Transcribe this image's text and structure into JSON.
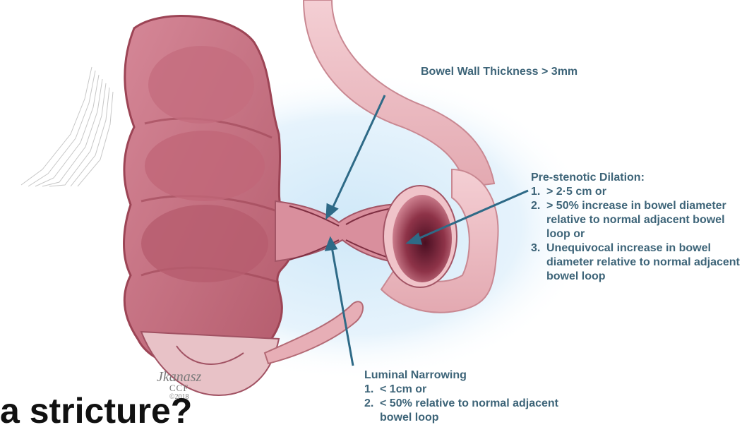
{
  "colors": {
    "label_text": "#3d6478",
    "arrow": "#2e6a87",
    "colon_outer": "#e9b9c0",
    "colon_inner": "#a84a5c",
    "background_halo": "#dbeefa"
  },
  "annotations": {
    "wall_thickness": {
      "title": "Bowel Wall Thickness > 3mm"
    },
    "dilation": {
      "title": "Pre-stenotic Dilation:",
      "items": [
        {
          "num": "1.",
          "text": "> 2·5 cm or"
        },
        {
          "num": "2.",
          "text": "> 50% increase in bowel diameter relative to normal adjacent bowel loop or"
        },
        {
          "num": "3.",
          "text": "Unequivocal increase in bowel diameter relative to normal adjacent bowel loop"
        }
      ]
    },
    "narrowing": {
      "title": "Luminal Narrowing",
      "items": [
        {
          "num": "1.",
          "text": "< 1cm or"
        },
        {
          "num": "2.",
          "text": "< 50% relative to normal adjacent bowel loop"
        }
      ]
    }
  },
  "signature": {
    "name": "Jkanasz",
    "org": "CCF",
    "year": "©2018"
  },
  "slide_title": "a stricture?"
}
